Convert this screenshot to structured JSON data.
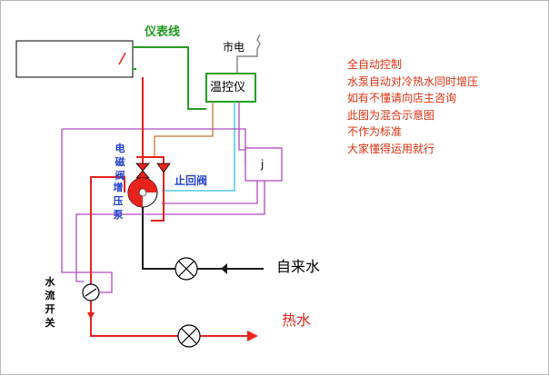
{
  "labels": {
    "instrument_line": "仪表线",
    "mains_power": "市电",
    "thermostat": "温控仪",
    "solenoid_valve": "电磁阀",
    "check_valve": "止回阀",
    "booster_pump": "增压泵",
    "relay": "j",
    "tap_water": "自来水",
    "hot_water": "热水",
    "flow_switch": "水流开关"
  },
  "notes": [
    "全自动控制",
    "水泵自动对冷热水同时增压",
    "如有不懂请向店主咨询",
    "此图为混合示意图",
    "不作为标准",
    "大家懂得运用就行"
  ],
  "colors": {
    "hot_pipe": "#e8231d",
    "cold_pipe": "#1a1a1a",
    "instrument_wire": "#22a022",
    "magenta_wire": "#b04cc0",
    "cyan_wire": "#30c0e0",
    "orange_wire": "#c8782c",
    "grey_wire": "#8a8a8a",
    "label_blue": "#1f3fd0",
    "label_green": "#1f9a1f",
    "note_red": "#e03010"
  }
}
